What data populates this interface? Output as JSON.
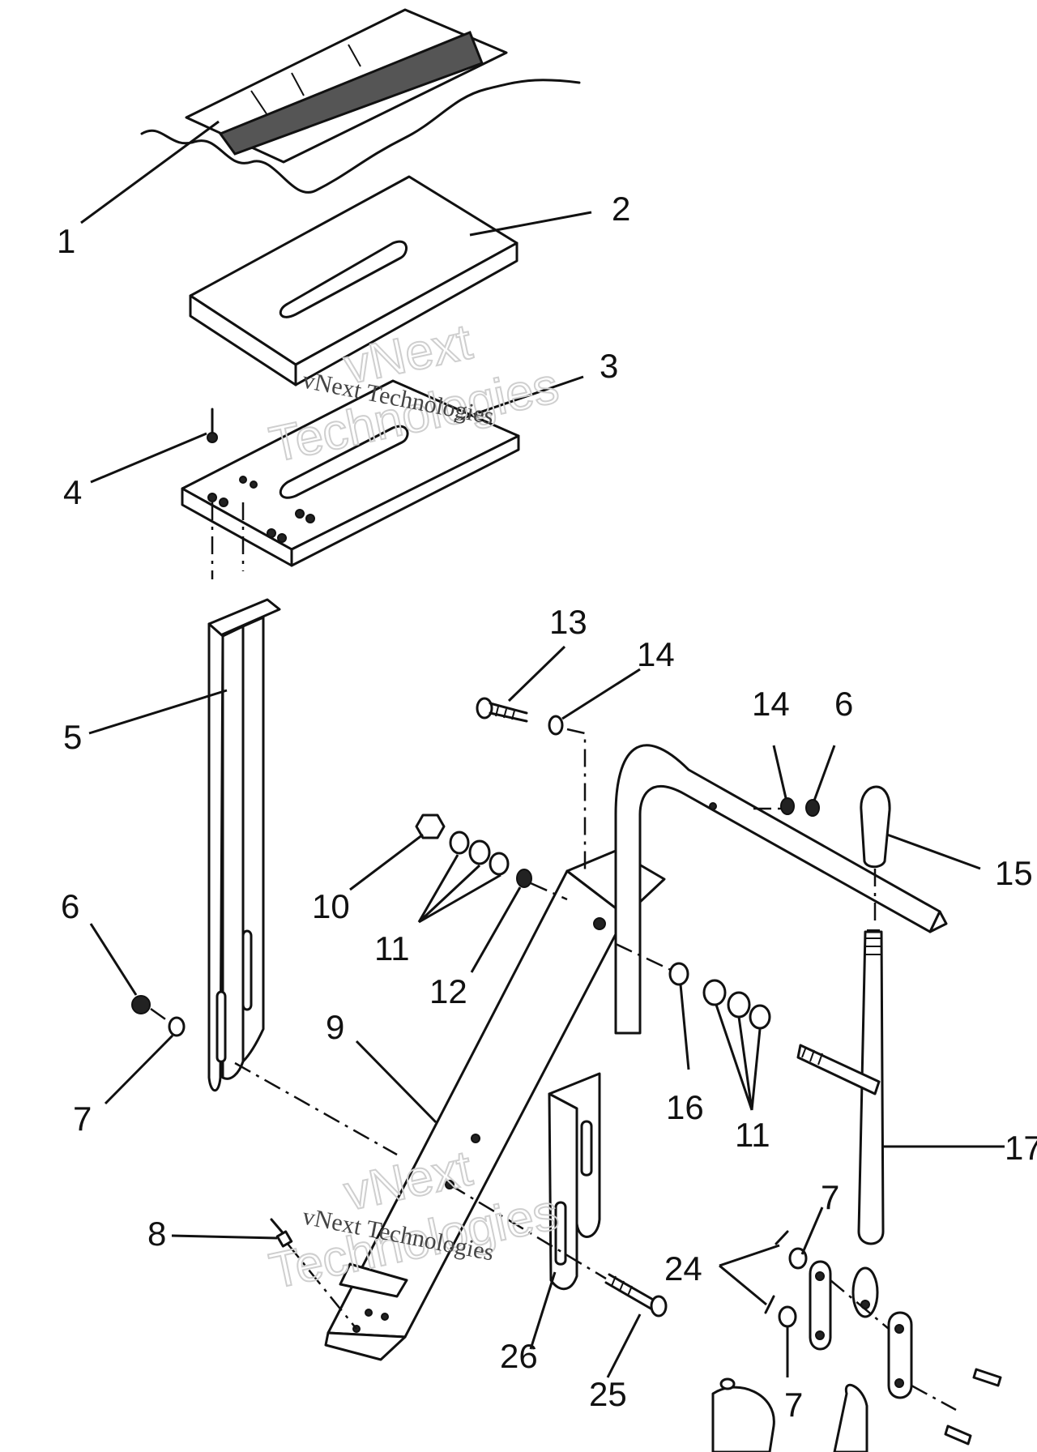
{
  "diagram": {
    "callouts": [
      {
        "id": "c1",
        "label": "1"
      },
      {
        "id": "c2",
        "label": "2"
      },
      {
        "id": "c3",
        "label": "3"
      },
      {
        "id": "c4",
        "label": "4"
      },
      {
        "id": "c5",
        "label": "5"
      },
      {
        "id": "c6a",
        "label": "6"
      },
      {
        "id": "c6b",
        "label": "6"
      },
      {
        "id": "c7a",
        "label": "7"
      },
      {
        "id": "c7b",
        "label": "7"
      },
      {
        "id": "c7c",
        "label": "7"
      },
      {
        "id": "c8",
        "label": "8"
      },
      {
        "id": "c9",
        "label": "9"
      },
      {
        "id": "c10",
        "label": "10"
      },
      {
        "id": "c11a",
        "label": "11"
      },
      {
        "id": "c11b",
        "label": "11"
      },
      {
        "id": "c12",
        "label": "12"
      },
      {
        "id": "c13",
        "label": "13"
      },
      {
        "id": "c14a",
        "label": "14"
      },
      {
        "id": "c14b",
        "label": "14"
      },
      {
        "id": "c15",
        "label": "15"
      },
      {
        "id": "c16",
        "label": "16"
      },
      {
        "id": "c17",
        "label": "17"
      },
      {
        "id": "c24",
        "label": "24"
      },
      {
        "id": "c25",
        "label": "25"
      },
      {
        "id": "c26",
        "label": "26"
      }
    ],
    "watermarks": [
      {
        "line1": "vNext Technologies",
        "line2": "vNext",
        "line3": "Technologies"
      },
      {
        "line1": "vNext Technologies",
        "line2": "vNext",
        "line3": "Technologies"
      }
    ]
  }
}
